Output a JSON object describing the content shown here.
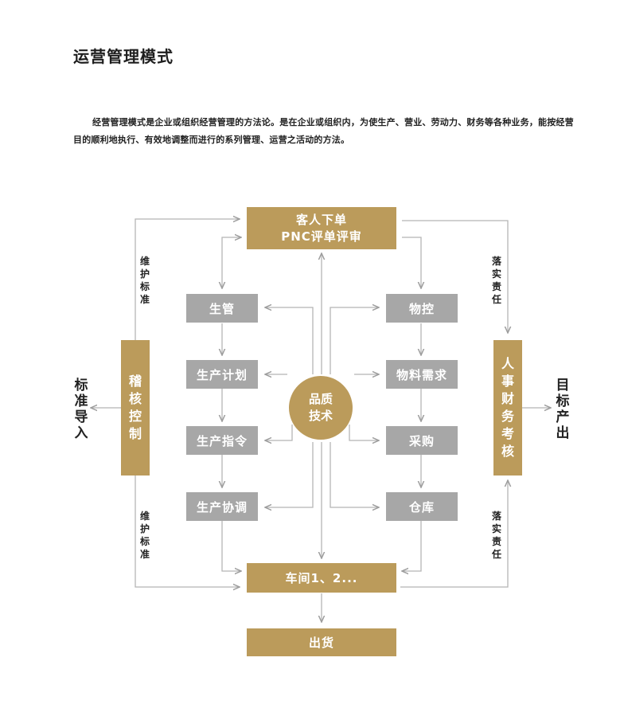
{
  "title": "运营管理模式",
  "intro": "经营管理模式是企业或组织经营管理的方法论。是在企业或组织内，为使生产、营业、劳动力、财务等各种业务，能按经营目的顺利地执行、有效地调整而进行的系列管理、运营之活动的方法。",
  "diagram": {
    "top": {
      "line1": "客人下单",
      "line2": "PNC评单评审"
    },
    "left_column": [
      "生管",
      "生产计划",
      "生产指令",
      "生产协调"
    ],
    "right_column": [
      "物控",
      "物料需求",
      "采购",
      "仓库"
    ],
    "center": {
      "line1": "品质",
      "line2": "技术"
    },
    "workshop": "车间1、2...",
    "shipping": "出货",
    "left_pillar": "稽核控制",
    "right_pillar": "人事财务考核",
    "left_outer": "标准导入",
    "right_outer": "目标产出",
    "left_upper_note": "维护标准",
    "left_lower_note": "维护标准",
    "right_upper_note": "落实责任",
    "right_lower_note": "落实责任",
    "colors": {
      "gold": "#bb9b5b",
      "gray": "#a7a7a7",
      "line": "#b5b5b5"
    }
  }
}
